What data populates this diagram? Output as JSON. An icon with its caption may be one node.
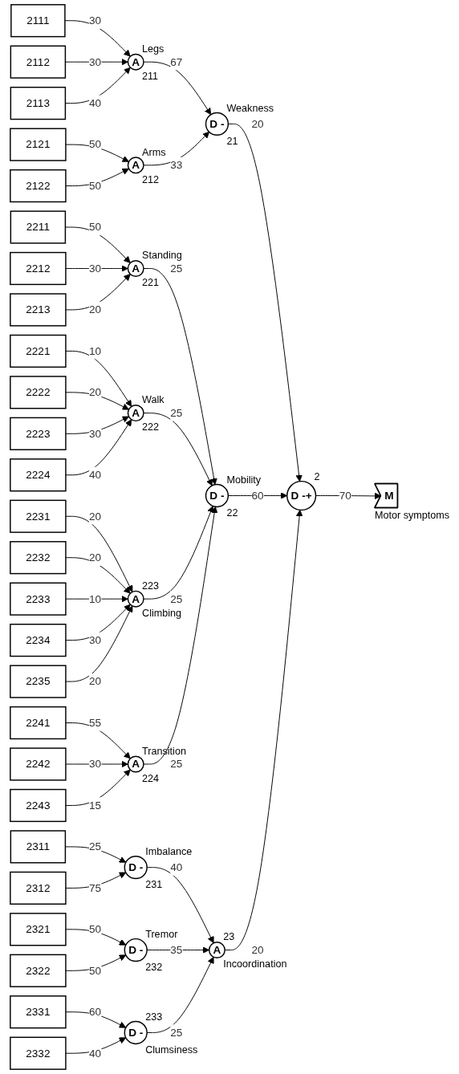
{
  "diagram": {
    "nodes": [
      {
        "text": [
          "2111"
        ]
      },
      {
        "text": [
          "2112"
        ]
      },
      {
        "text": [
          "2113"
        ]
      },
      {
        "text": [
          "A"
        ],
        "beside": [
          "Legs",
          "211"
        ]
      },
      {
        "text": [
          "2121"
        ]
      },
      {
        "text": [
          "2122"
        ]
      },
      {
        "text": [
          "A"
        ],
        "beside": [
          "Arms",
          "212"
        ]
      },
      {
        "text": [
          "D -"
        ],
        "beside": [
          "Weakness",
          "21"
        ]
      },
      {
        "text": [
          "2211"
        ]
      },
      {
        "text": [
          "2212"
        ]
      },
      {
        "text": [
          "2213"
        ]
      },
      {
        "text": [
          "A"
        ],
        "beside": [
          "Standing",
          "221"
        ]
      },
      {
        "text": [
          "2221"
        ]
      },
      {
        "text": [
          "2222"
        ]
      },
      {
        "text": [
          "2223"
        ]
      },
      {
        "text": [
          "2224"
        ]
      },
      {
        "text": [
          "A"
        ],
        "beside": [
          "Walk",
          "222"
        ]
      },
      {
        "text": [
          "D -"
        ],
        "beside": [
          "Mobility",
          "22"
        ]
      },
      {
        "text": [
          "D -+"
        ],
        "beside": [
          "2"
        ]
      },
      {
        "text": [
          "M"
        ],
        "beside": [
          "Motor symptoms"
        ]
      },
      {
        "text": [
          "2231"
        ]
      },
      {
        "text": [
          "2232"
        ]
      },
      {
        "text": [
          "2233"
        ]
      },
      {
        "text": [
          "2234"
        ]
      },
      {
        "text": [
          "2235"
        ]
      },
      {
        "text": [
          "A"
        ],
        "beside": [
          "223",
          "Climbing"
        ]
      },
      {
        "text": [
          "2241"
        ]
      },
      {
        "text": [
          "2242"
        ]
      },
      {
        "text": [
          "2243"
        ]
      },
      {
        "text": [
          "A"
        ],
        "beside": [
          "Transition",
          "224"
        ]
      },
      {
        "text": [
          "2311"
        ]
      },
      {
        "text": [
          "2312"
        ]
      },
      {
        "text": [
          "D -"
        ],
        "beside": [
          "Imbalance",
          "231"
        ]
      },
      {
        "text": [
          "2321"
        ]
      },
      {
        "text": [
          "2322"
        ]
      },
      {
        "text": [
          "D -"
        ],
        "beside": [
          "Tremor",
          "232"
        ]
      },
      {
        "text": [
          "A"
        ],
        "beside": [
          "23",
          "Incoordination"
        ]
      },
      {
        "text": [
          "2331"
        ]
      },
      {
        "text": [
          "2332"
        ]
      },
      {
        "text": [
          "D -"
        ],
        "beside": [
          "233",
          "Clumsiness"
        ]
      }
    ],
    "edges": [
      {
        "from": 0,
        "to": 3,
        "arrow": "to",
        "label": "30"
      },
      {
        "from": 1,
        "to": 3,
        "arrow": "to",
        "label": "30"
      },
      {
        "from": 2,
        "to": 3,
        "arrow": "to",
        "label": "40"
      },
      {
        "from": 3,
        "to": 7,
        "arrow": "to",
        "label": "67"
      },
      {
        "from": 4,
        "to": 6,
        "arrow": "to",
        "label": "50"
      },
      {
        "from": 5,
        "to": 6,
        "arrow": "to",
        "label": "50"
      },
      {
        "from": 6,
        "to": 7,
        "arrow": "to",
        "label": "33"
      },
      {
        "from": 7,
        "to": 18,
        "arrow": "to",
        "label": "20"
      },
      {
        "from": 8,
        "to": 11,
        "arrow": "to",
        "label": "50"
      },
      {
        "from": 9,
        "to": 11,
        "arrow": "to",
        "label": "30"
      },
      {
        "from": 10,
        "to": 11,
        "arrow": "to",
        "label": "20"
      },
      {
        "from": 11,
        "to": 17,
        "arrow": "to",
        "label": "25"
      },
      {
        "from": 12,
        "to": 16,
        "arrow": "to",
        "label": "10"
      },
      {
        "from": 13,
        "to": 16,
        "arrow": "to",
        "label": "20"
      },
      {
        "from": 14,
        "to": 16,
        "arrow": "to",
        "label": "30"
      },
      {
        "from": 15,
        "to": 16,
        "arrow": "to",
        "label": "40"
      },
      {
        "from": 16,
        "to": 17,
        "arrow": "to",
        "label": "25"
      },
      {
        "from": 17,
        "to": 18,
        "arrow": "to",
        "label": "60"
      },
      {
        "from": 18,
        "to": 19,
        "arrow": "to",
        "label": "70"
      },
      {
        "from": 20,
        "to": 25,
        "arrow": "to",
        "label": "20"
      },
      {
        "from": 21,
        "to": 25,
        "arrow": "to",
        "label": "20"
      },
      {
        "from": 22,
        "to": 25,
        "arrow": "to",
        "label": "10"
      },
      {
        "from": 23,
        "to": 25,
        "arrow": "to",
        "label": "30"
      },
      {
        "from": 24,
        "to": 25,
        "arrow": "to",
        "label": "20"
      },
      {
        "from": 25,
        "to": 17,
        "arrow": "to",
        "label": "25"
      },
      {
        "from": 26,
        "to": 29,
        "arrow": "to",
        "label": "55"
      },
      {
        "from": 27,
        "to": 29,
        "arrow": "to",
        "label": "30"
      },
      {
        "from": 28,
        "to": 29,
        "arrow": "to",
        "label": "15"
      },
      {
        "from": 29,
        "to": 17,
        "arrow": "to",
        "label": "25"
      },
      {
        "from": 30,
        "to": 32,
        "arrow": "to",
        "label": "25"
      },
      {
        "from": 31,
        "to": 32,
        "arrow": "to",
        "label": "75"
      },
      {
        "from": 32,
        "to": 36,
        "arrow": "to",
        "label": "40"
      },
      {
        "from": 33,
        "to": 35,
        "arrow": "to",
        "label": "50"
      },
      {
        "from": 34,
        "to": 35,
        "arrow": "to",
        "label": "50"
      },
      {
        "from": 35,
        "to": 36,
        "arrow": "to",
        "label": "35"
      },
      {
        "from": 37,
        "to": 39,
        "arrow": "to",
        "label": "60"
      },
      {
        "from": 38,
        "to": 39,
        "arrow": "to",
        "label": "40"
      },
      {
        "from": 39,
        "to": 36,
        "arrow": "to",
        "label": "25"
      },
      {
        "from": 36,
        "to": 18,
        "arrow": "to",
        "label": "20"
      }
    ]
  }
}
